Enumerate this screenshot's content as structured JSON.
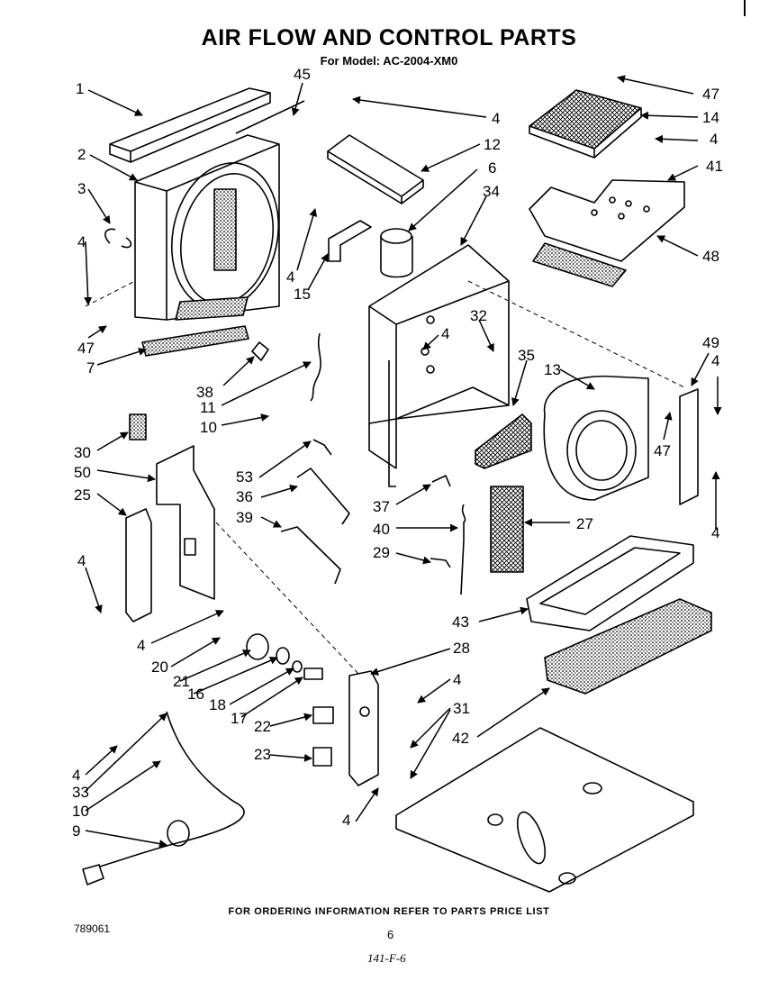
{
  "title": "AIR FLOW AND CONTROL PARTS",
  "subtitle": "For Model: AC-2004-XM0",
  "footer": "FOR ORDERING INFORMATION REFER TO PARTS PRICE LIST",
  "doc_number": "789061",
  "page_number": "6",
  "handwritten_note": "141-F-6",
  "callouts": {
    "c1": "1",
    "c45": "45",
    "c4a": "4",
    "c47a": "47",
    "c14": "14",
    "c2": "2",
    "c12": "12",
    "c4b": "4",
    "c3": "3",
    "c6": "6",
    "c41": "41",
    "c34": "34",
    "c4c": "4",
    "c48": "48",
    "c4d": "4",
    "c15": "15",
    "c32": "32",
    "c4e": "4",
    "c35": "35",
    "c47b": "47",
    "c7": "7",
    "c49": "49",
    "c4f": "4",
    "c38": "38",
    "c13": "13",
    "c11": "11",
    "c10a": "10",
    "c47c": "47",
    "c30": "30",
    "c50": "50",
    "c53": "53",
    "c36": "36",
    "c37": "37",
    "c25": "25",
    "c39": "39",
    "c40": "40",
    "c27": "27",
    "c4g": "4",
    "c29": "29",
    "c4h": "4",
    "c43": "43",
    "c4i": "4",
    "c28": "28",
    "c20": "20",
    "c4j": "4",
    "c21": "21",
    "c16": "16",
    "c18": "18",
    "c17": "17",
    "c31": "31",
    "c22": "22",
    "c42": "42",
    "c23": "23",
    "c4k": "4",
    "c33": "33",
    "c10b": "10",
    "c4l": "4",
    "c9": "9"
  }
}
